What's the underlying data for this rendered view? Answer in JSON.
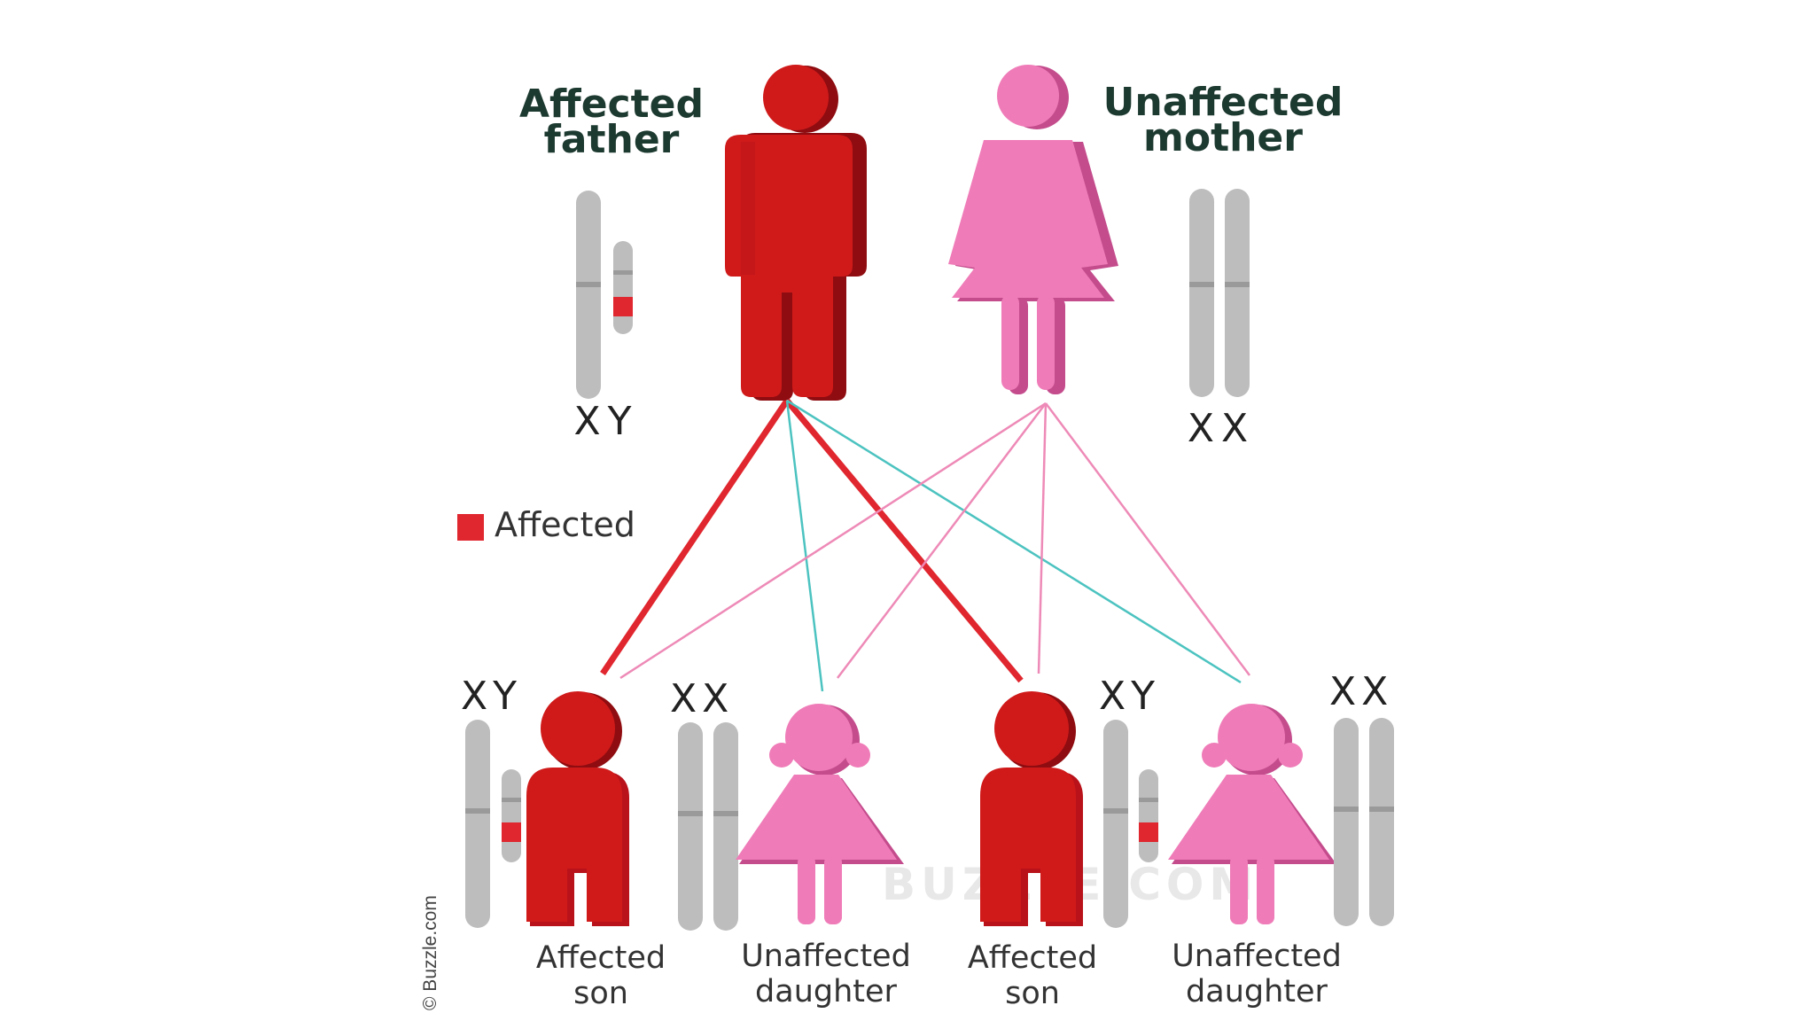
{
  "parents": {
    "father": {
      "title_line1": "Affected",
      "title_line2": "father",
      "chromosomes": "XY",
      "status": "affected"
    },
    "mother": {
      "title_line1": "Unaffected",
      "title_line2": "mother",
      "chromosomes": "XX",
      "status": "unaffected"
    }
  },
  "legend": {
    "label": "Affected",
    "color": "#e0262e"
  },
  "children": [
    {
      "chromosomes": "XY",
      "caption_line1": "Affected",
      "caption_line2": "son",
      "status": "affected"
    },
    {
      "chromosomes": "XX",
      "caption_line1": "Unaffected",
      "caption_line2": "daughter",
      "status": "unaffected"
    },
    {
      "chromosomes": "XY",
      "caption_line1": "Affected",
      "caption_line2": "son",
      "status": "affected"
    },
    {
      "chromosomes": "XX",
      "caption_line1": "Unaffected",
      "caption_line2": "daughter",
      "status": "unaffected"
    }
  ],
  "credit": "© Buzzle.com",
  "watermark": "BUZZLE.COM",
  "colors": {
    "male_affected": "#c8141a",
    "male_affected_shadow": "#8f0c10",
    "female_unaffected": "#ec6fb0",
    "female_unaffected_shadow": "#c44c8d",
    "chromosome": "#bdbdbd",
    "chromosome_shadow": "#9a9a9a",
    "line_father_to_son": "#e0262e",
    "line_father_to_daughter": "#4cc3c0",
    "line_mother": "#ee8ab7"
  }
}
